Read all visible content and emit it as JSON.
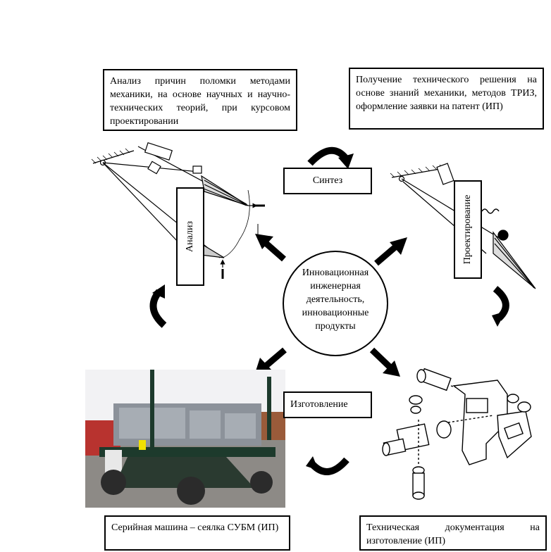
{
  "boxes": {
    "analysis_reasons": "Анализ причин поломки методами механики, на основе научных и научно-технических теорий, при курсовом проектировании",
    "technical_solution": "Получение технического решения на основе знаний механики, методов ТРИЗ, оформление заявки на патент (ИП)",
    "serial_machine": "Серийная машина – сеялка СУБМ (ИП)",
    "tech_docs": "Техническая документация на изготовление (ИП)"
  },
  "stages": {
    "synthesis": "Синтез",
    "analysis": "Анализ",
    "design": "Проектирование",
    "manufacturing": "Изготовление"
  },
  "center": {
    "line1": "Инновационная",
    "line2": "инженерная",
    "line3": "деятельность,",
    "line4": "инновационные",
    "line5": "продукты"
  }
}
